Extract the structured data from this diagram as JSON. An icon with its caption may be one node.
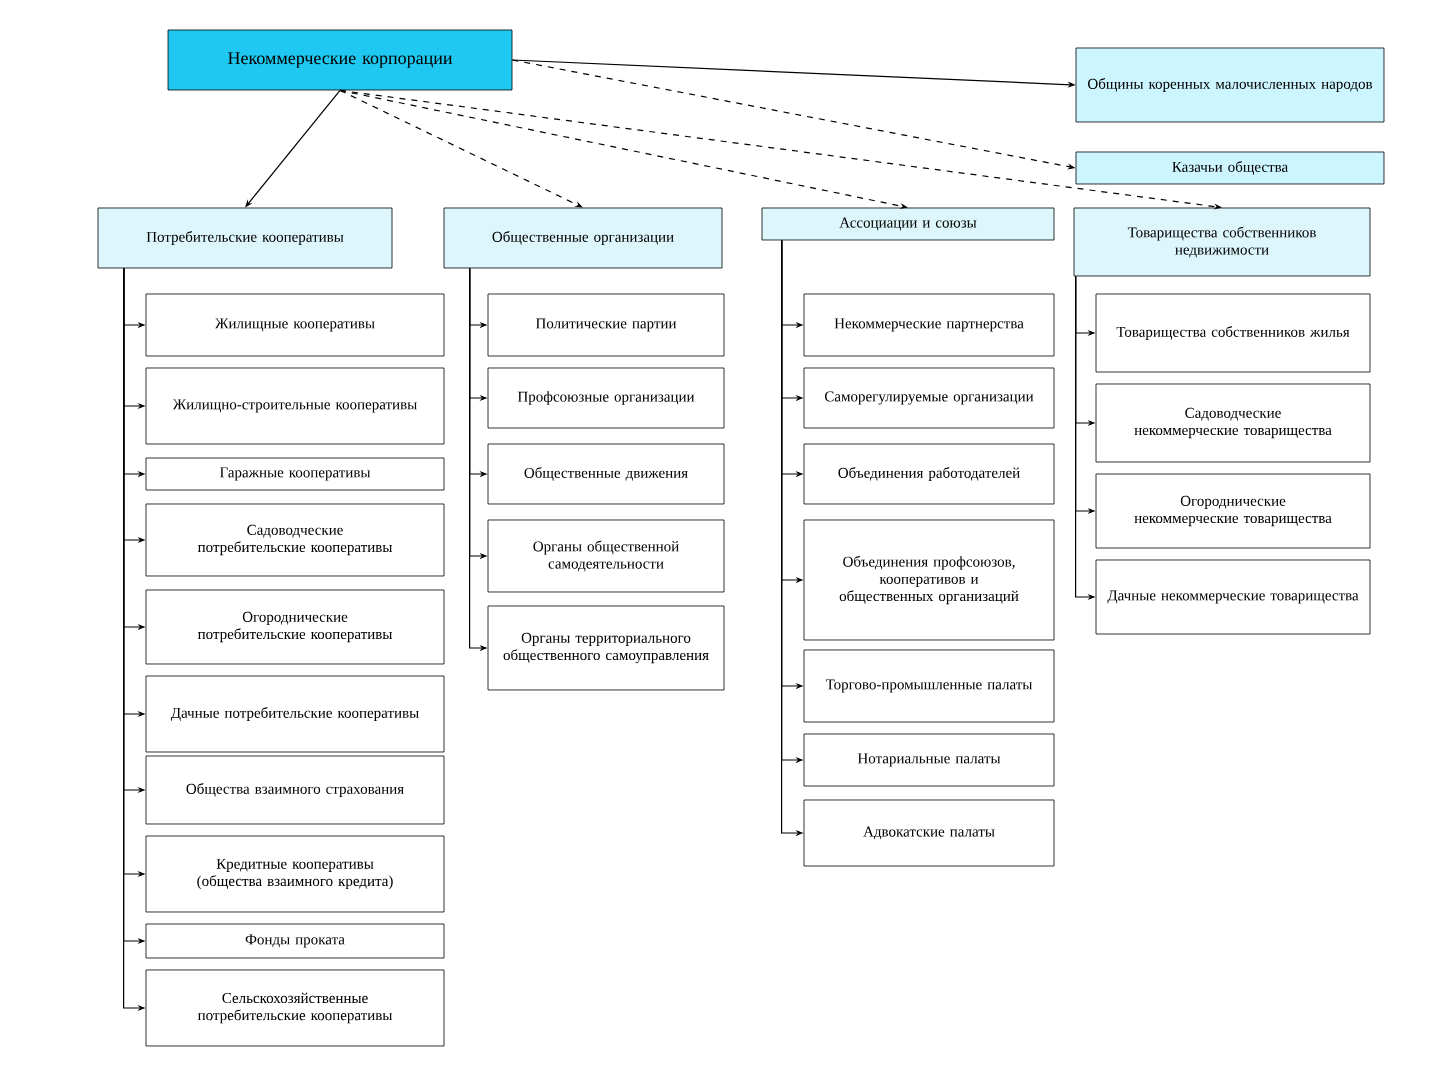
{
  "diagram": {
    "nodes": [
      {
        "text": [
          "Некоммерческие корпорации"
        ]
      },
      {
        "text": [
          "Общины коренных малочисленных народов"
        ]
      },
      {
        "text": [
          "Казачьи общества"
        ]
      },
      {
        "text": [
          "Потребительские кооперативы"
        ]
      },
      {
        "text": [
          "Общественные организации"
        ]
      },
      {
        "text": [
          "Ассоциации и союзы"
        ]
      },
      {
        "text": [
          "Товарищества собственников недвижимости"
        ]
      },
      {
        "text": [
          "Жилищные кооперативы"
        ]
      },
      {
        "text": [
          "Жилищно-строительные кооперативы"
        ]
      },
      {
        "text": [
          "Гаражные кооперативы"
        ]
      },
      {
        "text": [
          "Садоводческие потребительские кооперативы"
        ]
      },
      {
        "text": [
          "Огороднические потребительские кооперативы"
        ]
      },
      {
        "text": [
          "Дачные потребительские кооперативы"
        ]
      },
      {
        "text": [
          "Общества взаимного страхования"
        ]
      },
      {
        "text": [
          "Кредитные кооперативы (общества взаимного кредита)"
        ]
      },
      {
        "text": [
          "Фонды проката"
        ]
      },
      {
        "text": [
          "Сельскохозяйственные потребительские кооперативы"
        ]
      },
      {
        "text": [
          "Политические партии"
        ]
      },
      {
        "text": [
          "Профсоюзные организации"
        ]
      },
      {
        "text": [
          "Общественные движения"
        ]
      },
      {
        "text": [
          "Органы общественной самодеятельности"
        ]
      },
      {
        "text": [
          "Органы территориального общественного самоуправления"
        ]
      },
      {
        "text": [
          "Некоммерческие партнерства"
        ]
      },
      {
        "text": [
          "Саморегулируемые организации"
        ]
      },
      {
        "text": [
          "Объединения работодателей"
        ]
      },
      {
        "text": [
          "Объединения профсоюзов, кооперативов и общественных организаций"
        ]
      },
      {
        "text": [
          "Торгово-промышленные палаты"
        ]
      },
      {
        "text": [
          "Нотариальные палаты"
        ]
      },
      {
        "text": [
          "Адвокатские палаты"
        ]
      },
      {
        "text": [
          "Товарищества собственников жилья"
        ]
      },
      {
        "text": [
          "Садоводческие некоммерческие товарищества"
        ]
      },
      {
        "text": [
          "Огороднические некоммерческие товарищества"
        ]
      },
      {
        "text": [
          "Дачные некоммерческие товарищества"
        ]
      }
    ],
    "edges": [
      {
        "from": 0,
        "to": 1,
        "arrow": "to"
      },
      {
        "from": 0,
        "to": 2,
        "arrow": "to",
        "style": "dashed"
      },
      {
        "from": 0,
        "to": 3,
        "arrow": "to"
      },
      {
        "from": 0,
        "to": 4,
        "arrow": "to",
        "style": "dashed"
      },
      {
        "from": 0,
        "to": 5,
        "arrow": "to",
        "style": "dashed"
      },
      {
        "from": 0,
        "to": 6,
        "arrow": "to",
        "style": "dashed"
      },
      {
        "from": 3,
        "to": 7,
        "arrow": "to"
      },
      {
        "from": 3,
        "to": 8,
        "arrow": "to"
      },
      {
        "from": 3,
        "to": 9,
        "arrow": "to"
      },
      {
        "from": 3,
        "to": 10,
        "arrow": "to"
      },
      {
        "from": 3,
        "to": 11,
        "arrow": "to"
      },
      {
        "from": 3,
        "to": 12,
        "arrow": "to"
      },
      {
        "from": 3,
        "to": 13,
        "arrow": "to"
      },
      {
        "from": 3,
        "to": 14,
        "arrow": "to"
      },
      {
        "from": 3,
        "to": 15,
        "arrow": "to"
      },
      {
        "from": 3,
        "to": 16,
        "arrow": "to"
      },
      {
        "from": 4,
        "to": 17,
        "arrow": "to"
      },
      {
        "from": 4,
        "to": 18,
        "arrow": "to"
      },
      {
        "from": 4,
        "to": 19,
        "arrow": "to"
      },
      {
        "from": 4,
        "to": 20,
        "arrow": "to"
      },
      {
        "from": 4,
        "to": 21,
        "arrow": "to"
      },
      {
        "from": 5,
        "to": 22,
        "arrow": "to"
      },
      {
        "from": 5,
        "to": 23,
        "arrow": "to"
      },
      {
        "from": 5,
        "to": 24,
        "arrow": "to"
      },
      {
        "from": 5,
        "to": 25,
        "arrow": "to"
      },
      {
        "from": 5,
        "to": 26,
        "arrow": "to"
      },
      {
        "from": 5,
        "to": 27,
        "arrow": "to"
      },
      {
        "from": 5,
        "to": 28,
        "arrow": "to"
      },
      {
        "from": 6,
        "to": 29,
        "arrow": "to"
      },
      {
        "from": 6,
        "to": 30,
        "arrow": "to"
      },
      {
        "from": 6,
        "to": 31,
        "arrow": "to"
      },
      {
        "from": 6,
        "to": 32,
        "arrow": "to"
      }
    ]
  }
}
